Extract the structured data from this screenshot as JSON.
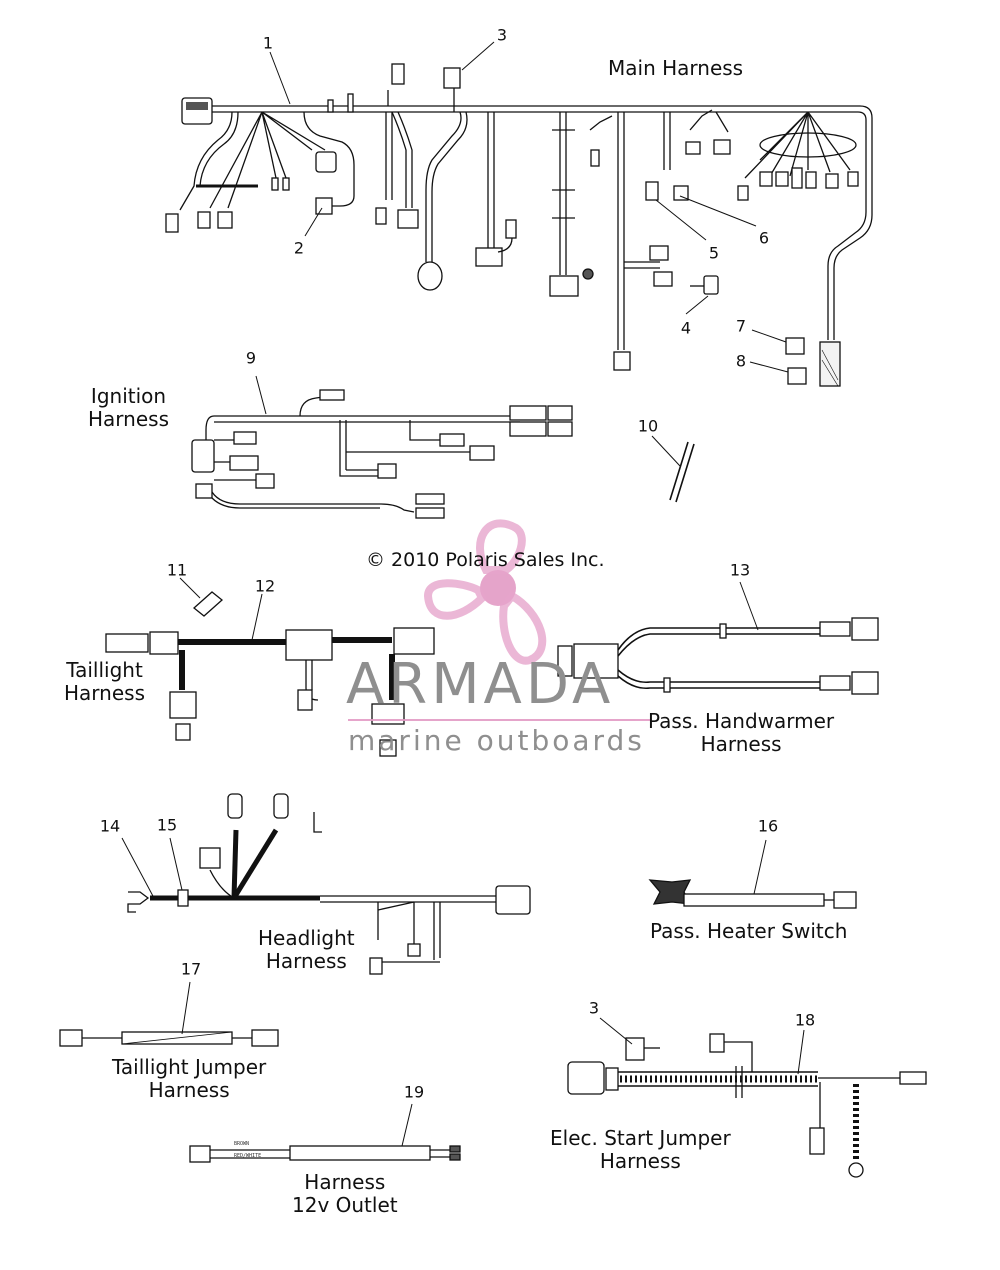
{
  "copyright": "© 2010 Polaris Sales Inc.",
  "watermark": {
    "brand": "ARMADA",
    "tagline": "marine outboards",
    "accent_color": "#e8a2cb",
    "text_color": "#8f8f8f"
  },
  "harness_labels": {
    "main": "Main Harness",
    "ignition_1": "Ignition",
    "ignition_2": "Harness",
    "taillight_1": "Taillight",
    "taillight_2": "Harness",
    "handwarmer_1": "Pass. Handwarmer",
    "handwarmer_2": "Harness",
    "headlight_1": "Headlight",
    "headlight_2": "Harness",
    "heater_switch": "Pass. Heater Switch",
    "taillight_jumper_1": "Taillight Jumper",
    "taillight_jumper_2": "Harness",
    "outlet_1": "Harness",
    "outlet_2": "12v Outlet",
    "elec_start_1": "Elec. Start Jumper",
    "elec_start_2": "Harness"
  },
  "callouts": [
    "1",
    "2",
    "3",
    "4",
    "5",
    "6",
    "7",
    "8",
    "9",
    "10",
    "11",
    "12",
    "13",
    "14",
    "15",
    "16",
    "17",
    "18",
    "19",
    "3"
  ],
  "wire_tags": {
    "brown": "BROWN",
    "red_white": "RED/WHITE"
  }
}
